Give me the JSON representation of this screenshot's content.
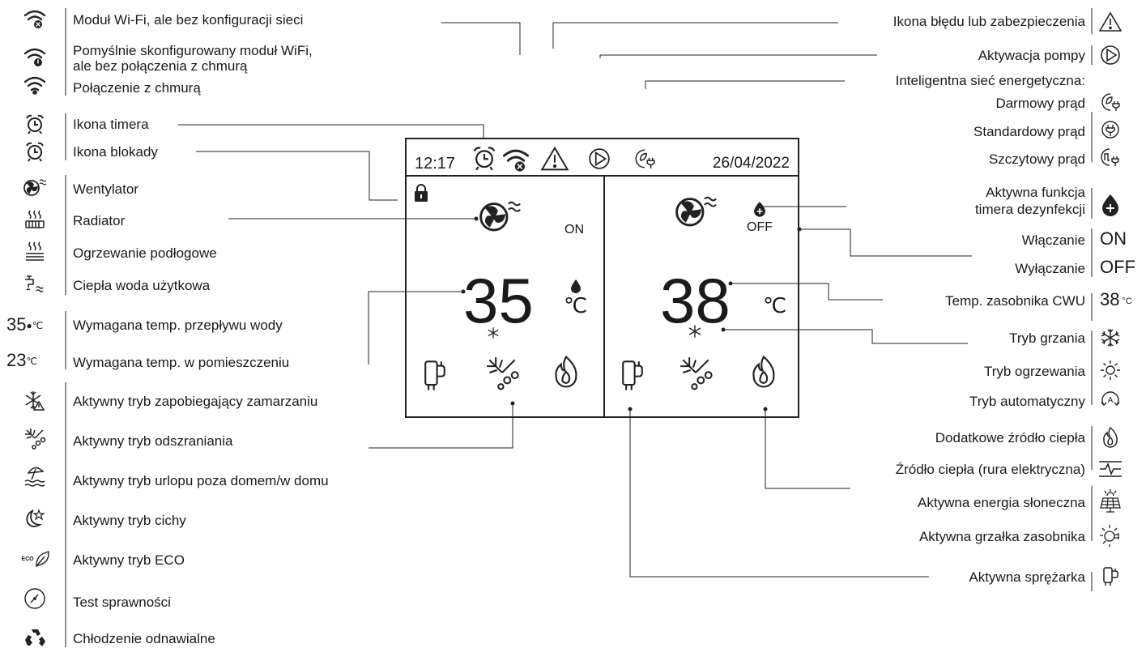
{
  "left_items": [
    {
      "icon": "wifi-x-icon",
      "label": "Moduł Wi-Fi, ale bez konfiguracji sieci"
    },
    {
      "icon": "wifi-warning-icon",
      "label": "Pomyślnie skonfigurowany moduł WiFi,",
      "label2": "ale bez połączenia z chmurą"
    },
    {
      "icon": "wifi-icon",
      "label": "Połączenie z chmurą"
    },
    {
      "icon": "alarm-clock-icon",
      "label": "Ikona timera"
    },
    {
      "icon": "alarm-clock-icon",
      "label": "Ikona blokady"
    },
    {
      "icon": "fan-icon",
      "label": "Wentylator"
    },
    {
      "icon": "radiator-icon",
      "label": "Radiator"
    },
    {
      "icon": "floor-heating-icon",
      "label": "Ogrzewanie podłogowe"
    },
    {
      "icon": "hot-water-tap-icon",
      "label": "Ciepła woda użytkowa"
    },
    {
      "icon": "water-temp-value-icon",
      "value": "35",
      "label": "Wymagana temp. przepływu wody"
    },
    {
      "icon": "room-temp-value-icon",
      "value": "23",
      "label": "Wymagana temp. w pomieszczeniu"
    },
    {
      "icon": "antifreeze-icon",
      "label": "Aktywny tryb zapobiegający zamarzaniu"
    },
    {
      "icon": "defrost-icon",
      "label": "Aktywny tryb odszraniania"
    },
    {
      "icon": "holiday-icon",
      "label": "Aktywny tryb urlopu poza domem/w domu"
    },
    {
      "icon": "silent-mode-icon",
      "label": "Aktywny tryb cichy"
    },
    {
      "icon": "eco-icon",
      "icon_text": "ECO",
      "label": "Aktywny tryb ECO"
    },
    {
      "icon": "gauge-icon",
      "label": "Test sprawności"
    },
    {
      "icon": "recycle-icon",
      "label": "Chłodzenie odnawialne"
    }
  ],
  "right_items": [
    {
      "icon": "warning-triangle-icon",
      "label": "Ikona błędu lub zabezpieczenia"
    },
    {
      "icon": "pump-icon",
      "label": "Aktywacja pompy"
    },
    {
      "label": "Inteligentna sieć energetyczna:"
    },
    {
      "icon": "free-power-icon",
      "label": "Darmowy prąd"
    },
    {
      "icon": "standard-power-icon",
      "label": "Standardowy prąd"
    },
    {
      "icon": "peak-power-icon",
      "label": "Szczytowy prąd"
    },
    {
      "icon": "disinfection-timer-icon",
      "label": "Aktywna funkcja",
      "label2": "timera dezynfekcji"
    },
    {
      "value": "ON",
      "label": "Włączanie"
    },
    {
      "value": "OFF",
      "label": "Wyłączanie"
    },
    {
      "icon": "dhw-temp-value-icon",
      "value": "38",
      "unit": "°C",
      "label": "Temp. zasobnika CWU"
    },
    {
      "icon": "snowflake-icon",
      "label": "Tryb grzania"
    },
    {
      "icon": "sun-icon",
      "label": "Tryb ogrzewania"
    },
    {
      "icon": "auto-mode-icon",
      "icon_text": "A",
      "label": "Tryb automatyczny"
    },
    {
      "icon": "flame-icon",
      "label": "Dodatkowe źródło ciepła"
    },
    {
      "icon": "electric-pipe-icon",
      "label": "Źródło ciepła (rura elektryczna)"
    },
    {
      "icon": "solar-panel-icon",
      "label": "Aktywna energia słoneczna"
    },
    {
      "icon": "tank-heater-icon",
      "label": "Aktywna grzałka zasobnika"
    },
    {
      "icon": "compressor-icon",
      "label": "Aktywna sprężarka"
    }
  ],
  "display": {
    "time": "12:17",
    "date": "26/04/2022",
    "left_zone": {
      "status": "ON",
      "temperature": "35",
      "unit": "℃"
    },
    "right_zone": {
      "status": "OFF",
      "temperature": "38",
      "unit": "℃"
    }
  },
  "colors": {
    "line": "#222222",
    "text": "#1a1a1a",
    "background": "#ffffff"
  }
}
